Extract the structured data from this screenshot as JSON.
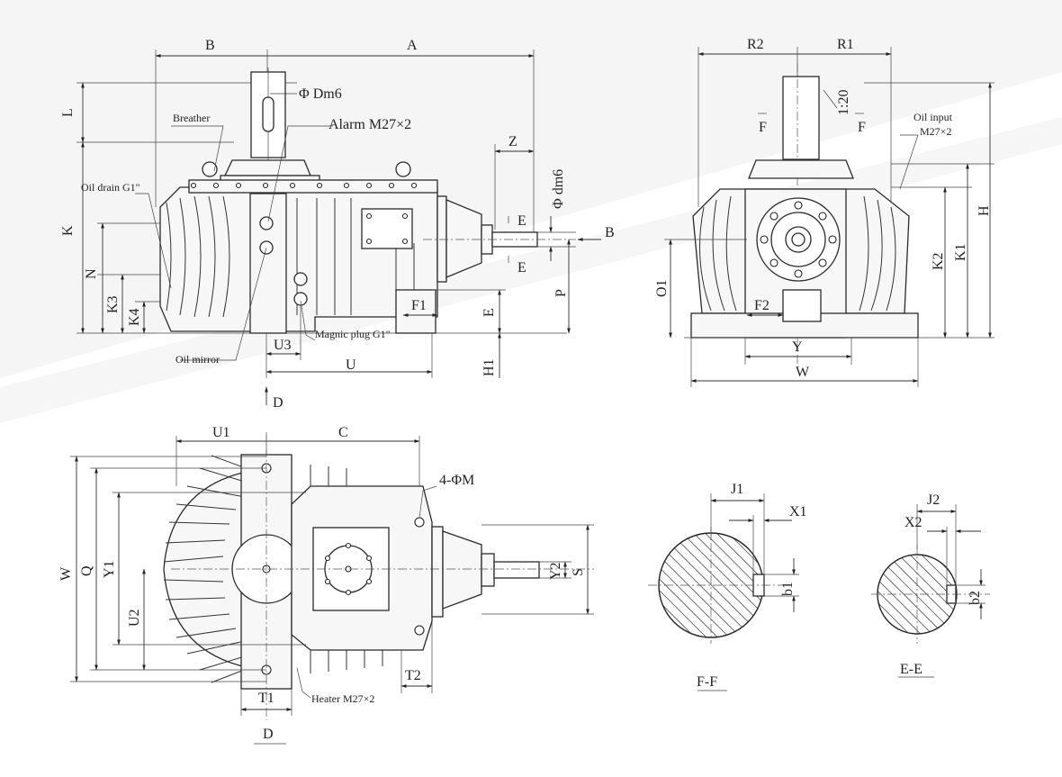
{
  "labels": {
    "B": "B",
    "A": "A",
    "L": "L",
    "K": "K",
    "N": "N",
    "K3": "K3",
    "K4": "K4",
    "U3": "U3",
    "U": "U",
    "D": "D",
    "Z": "Z",
    "E": "E",
    "F1": "F1",
    "H1": "H1",
    "P": "P",
    "R2": "R2",
    "R1": "R1",
    "F": "F",
    "F2": "F2",
    "Y": "Y",
    "W": "W",
    "H": "H",
    "K1": "K1",
    "K2": "K2",
    "O1": "O1",
    "U1": "U1",
    "C": "C",
    "Q": "Q",
    "Y1": "Y1",
    "U2": "U2",
    "Y2": "Y2",
    "S": "S",
    "T1": "T1",
    "T2": "T2",
    "J1": "J1",
    "X1": "X1",
    "b1": "b1",
    "J2": "J2",
    "X2": "X2",
    "b2": "b2"
  },
  "callouts": {
    "dm6": "Φ Dm6",
    "dm6_small": "Φ dm6",
    "breather": "Breather",
    "alarm": "Alarm M27×2",
    "oil_drain": "Oil drain G1\"",
    "oil_mirror": "Oil mirror",
    "magnic_plug": "Magnic plug G1\"",
    "oil_input_1": "Oil input",
    "oil_input_2": "M27×2",
    "taper": "1:20",
    "holes": "4-ΦM",
    "heater": "Heater M27×2"
  },
  "sections": {
    "ff": "F-F",
    "ee": "E-E"
  }
}
